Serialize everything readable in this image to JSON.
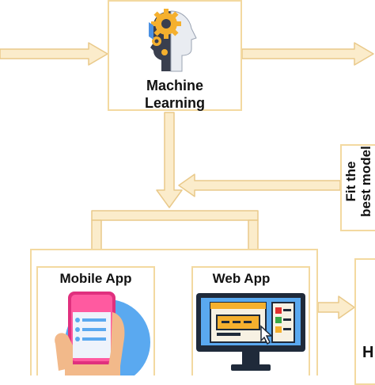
{
  "nodes": {
    "machine_learning": {
      "line1": "Machine",
      "line2": "Learning"
    },
    "fit_model": {
      "line1": "Fit the",
      "line2": "best model"
    },
    "mobile_app": {
      "label": "Mobile App"
    },
    "web_app": {
      "label": "Web App"
    },
    "right_bottom_partial": {
      "label": "H"
    }
  },
  "colors": {
    "arrow": "#f6dca0",
    "box_border": "#f3d9a0"
  },
  "icons": [
    "ml-head-gear-icon",
    "smartphone-hand-icon",
    "web-monitor-icon"
  ]
}
